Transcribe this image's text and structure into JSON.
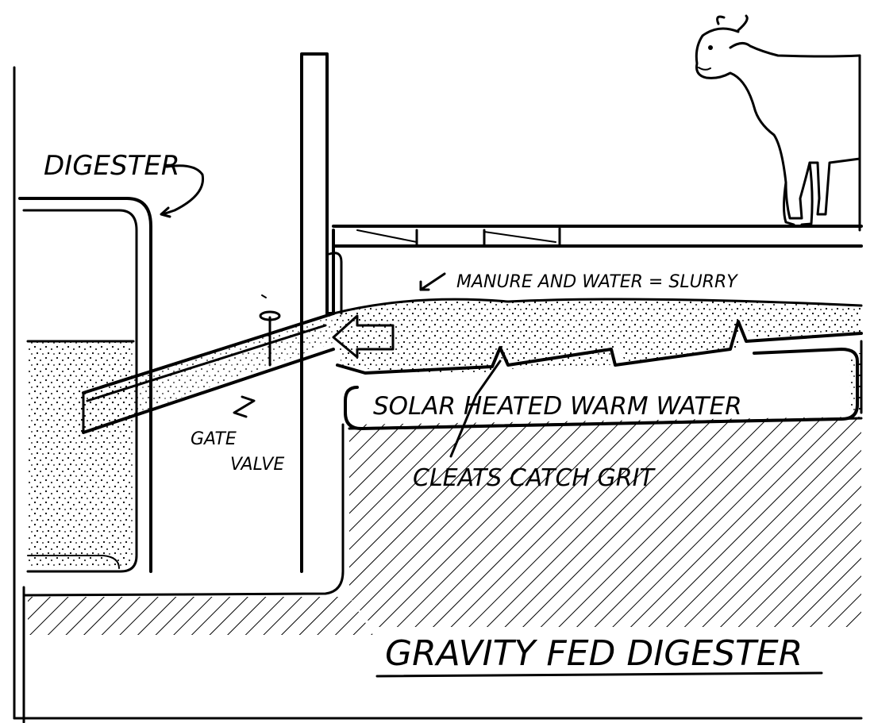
{
  "diagram": {
    "title": "GRAVITY FED DIGESTER",
    "labels": {
      "digester": "DIGESTER",
      "slurry": "MANURE AND WATER = SLURRY",
      "gate_valve_line1": "GATE",
      "gate_valve_line2": "VALVE",
      "solar_water": "SOLAR HEATED WARM WATER",
      "cleats": "CLEATS CATCH GRIT"
    },
    "icons": [
      "cow-icon"
    ]
  }
}
